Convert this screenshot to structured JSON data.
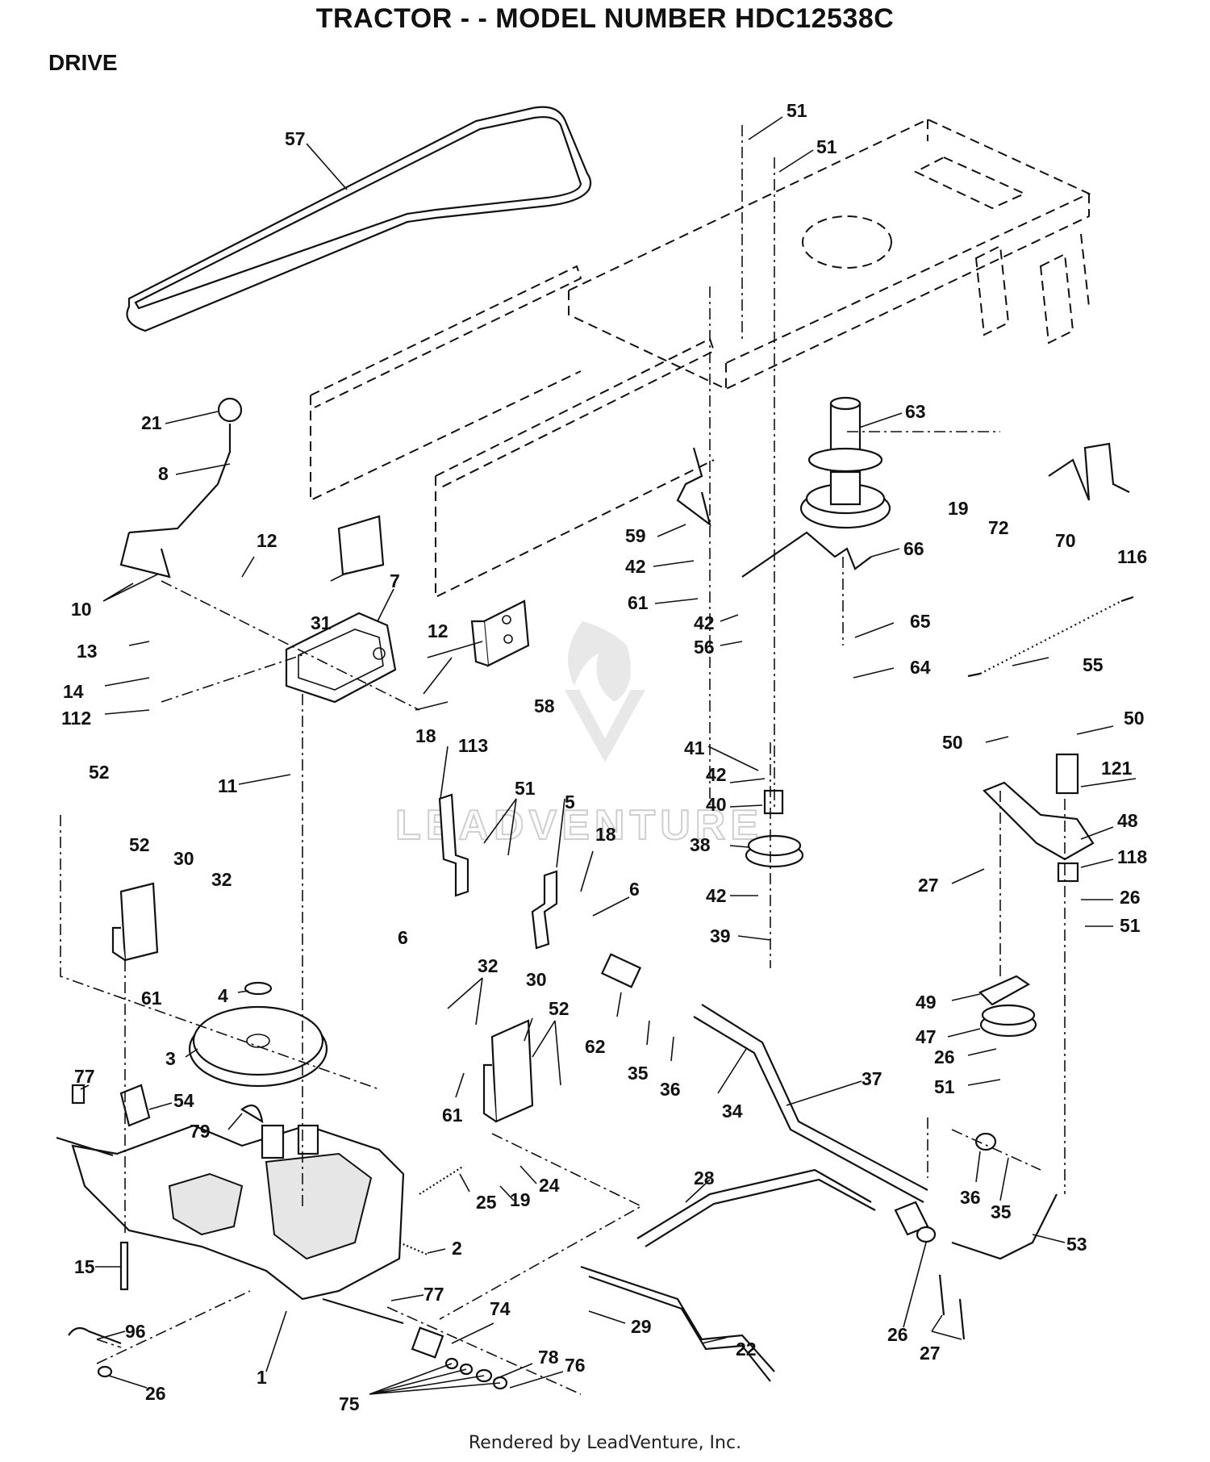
{
  "header": {
    "title": "TRACTOR - - MODEL NUMBER HDC12538C",
    "section": "DRIVE"
  },
  "footer": {
    "credit": "Rendered by LeadVenture, Inc."
  },
  "watermark": {
    "text": "LEADVENTURE",
    "color": "#cfcfcf"
  },
  "callouts": [
    {
      "id": "c57",
      "label": "57"
    },
    {
      "id": "c51a",
      "label": "51"
    },
    {
      "id": "c51b",
      "label": "51"
    },
    {
      "id": "c21",
      "label": "21"
    },
    {
      "id": "c8",
      "label": "8"
    },
    {
      "id": "c12a",
      "label": "12"
    },
    {
      "id": "c31",
      "label": "31"
    },
    {
      "id": "c7",
      "label": "7"
    },
    {
      "id": "c12b",
      "label": "12"
    },
    {
      "id": "c10",
      "label": "10"
    },
    {
      "id": "c13",
      "label": "13"
    },
    {
      "id": "c14",
      "label": "14"
    },
    {
      "id": "c112",
      "label": "112"
    },
    {
      "id": "c58",
      "label": "58"
    },
    {
      "id": "c59",
      "label": "59"
    },
    {
      "id": "c42a",
      "label": "42"
    },
    {
      "id": "c61a",
      "label": "61"
    },
    {
      "id": "c42b",
      "label": "42"
    },
    {
      "id": "c56",
      "label": "56"
    },
    {
      "id": "c63",
      "label": "63"
    },
    {
      "id": "c66",
      "label": "66"
    },
    {
      "id": "c19a",
      "label": "19"
    },
    {
      "id": "c72",
      "label": "72"
    },
    {
      "id": "c70",
      "label": "70"
    },
    {
      "id": "c116",
      "label": "116"
    },
    {
      "id": "c65",
      "label": "65"
    },
    {
      "id": "c64",
      "label": "64"
    },
    {
      "id": "c55",
      "label": "55"
    },
    {
      "id": "c11",
      "label": "11"
    },
    {
      "id": "c52a",
      "label": "52"
    },
    {
      "id": "c52b",
      "label": "52"
    },
    {
      "id": "c30a",
      "label": "30"
    },
    {
      "id": "c32a",
      "label": "32"
    },
    {
      "id": "c61b",
      "label": "61"
    },
    {
      "id": "c18a",
      "label": "18"
    },
    {
      "id": "c113",
      "label": "113"
    },
    {
      "id": "c51c",
      "label": "51"
    },
    {
      "id": "c5",
      "label": "5"
    },
    {
      "id": "c18b",
      "label": "18"
    },
    {
      "id": "c6a",
      "label": "6"
    },
    {
      "id": "c6b",
      "label": "6"
    },
    {
      "id": "c41",
      "label": "41"
    },
    {
      "id": "c42c",
      "label": "42"
    },
    {
      "id": "c40",
      "label": "40"
    },
    {
      "id": "c38",
      "label": "38"
    },
    {
      "id": "c42d",
      "label": "42"
    },
    {
      "id": "c39",
      "label": "39"
    },
    {
      "id": "c50a",
      "label": "50"
    },
    {
      "id": "c50b",
      "label": "50"
    },
    {
      "id": "c121",
      "label": "121"
    },
    {
      "id": "c48",
      "label": "48"
    },
    {
      "id": "c118",
      "label": "118"
    },
    {
      "id": "c27a",
      "label": "27"
    },
    {
      "id": "c26a",
      "label": "26"
    },
    {
      "id": "c51d",
      "label": "51"
    },
    {
      "id": "c4",
      "label": "4"
    },
    {
      "id": "c3",
      "label": "3"
    },
    {
      "id": "c32b",
      "label": "32"
    },
    {
      "id": "c30b",
      "label": "30"
    },
    {
      "id": "c52c",
      "label": "52"
    },
    {
      "id": "c61c",
      "label": "61"
    },
    {
      "id": "c62",
      "label": "62"
    },
    {
      "id": "c35a",
      "label": "35"
    },
    {
      "id": "c36a",
      "label": "36"
    },
    {
      "id": "c34",
      "label": "34"
    },
    {
      "id": "c37",
      "label": "37"
    },
    {
      "id": "c49",
      "label": "49"
    },
    {
      "id": "c47",
      "label": "47"
    },
    {
      "id": "c26b",
      "label": "26"
    },
    {
      "id": "c51e",
      "label": "51"
    },
    {
      "id": "c77a",
      "label": "77"
    },
    {
      "id": "c54",
      "label": "54"
    },
    {
      "id": "c79",
      "label": "79"
    },
    {
      "id": "c25",
      "label": "25"
    },
    {
      "id": "c19b",
      "label": "19"
    },
    {
      "id": "c24",
      "label": "24"
    },
    {
      "id": "c28",
      "label": "28"
    },
    {
      "id": "c36b",
      "label": "36"
    },
    {
      "id": "c35b",
      "label": "35"
    },
    {
      "id": "c53",
      "label": "53"
    },
    {
      "id": "c2",
      "label": "2"
    },
    {
      "id": "c15",
      "label": "15"
    },
    {
      "id": "c77b",
      "label": "77"
    },
    {
      "id": "c74",
      "label": "74"
    },
    {
      "id": "c29",
      "label": "29"
    },
    {
      "id": "c22",
      "label": "22"
    },
    {
      "id": "c26c",
      "label": "26"
    },
    {
      "id": "c27b",
      "label": "27"
    },
    {
      "id": "c96",
      "label": "96"
    },
    {
      "id": "c1",
      "label": "1"
    },
    {
      "id": "c78",
      "label": "78"
    },
    {
      "id": "c76",
      "label": "76"
    },
    {
      "id": "c26d",
      "label": "26"
    },
    {
      "id": "c75",
      "label": "75"
    }
  ]
}
